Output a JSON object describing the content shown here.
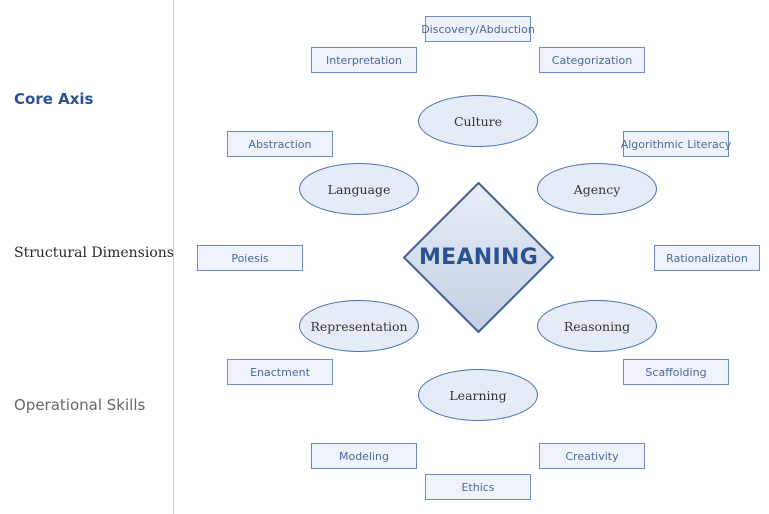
{
  "legend": {
    "core_axis": "Core Axis",
    "structural_dimensions": "Structural Dimensions",
    "operational_skills": "Operational Skills"
  },
  "center": {
    "label": "MEANING"
  },
  "dimensions": {
    "culture": "Culture",
    "language": "Language",
    "agency": "Agency",
    "representation": "Representation",
    "reasoning": "Reasoning",
    "learning": "Learning"
  },
  "skills": {
    "discovery": "Discovery/Abduction",
    "interpretation": "Interpretation",
    "categorization": "Categorization",
    "abstraction": "Abstraction",
    "algorithmic_literacy": "Algorithmic Literacy",
    "poiesis": "Poiesis",
    "rationalization": "Rationalization",
    "enactment": "Enactment",
    "scaffolding": "Scaffolding",
    "modeling": "Modeling",
    "creativity": "Creativity",
    "ethics": "Ethics"
  },
  "colors": {
    "accent": "#2b5393",
    "ellipse_fill": "#e6ecf7",
    "ellipse_stroke": "#4a73b3",
    "box_fill": "#eef2fa",
    "box_stroke": "#6d8cc0",
    "diamond_fill_top": "#e9eef7",
    "diamond_fill_bottom": "#c3cfe3"
  }
}
